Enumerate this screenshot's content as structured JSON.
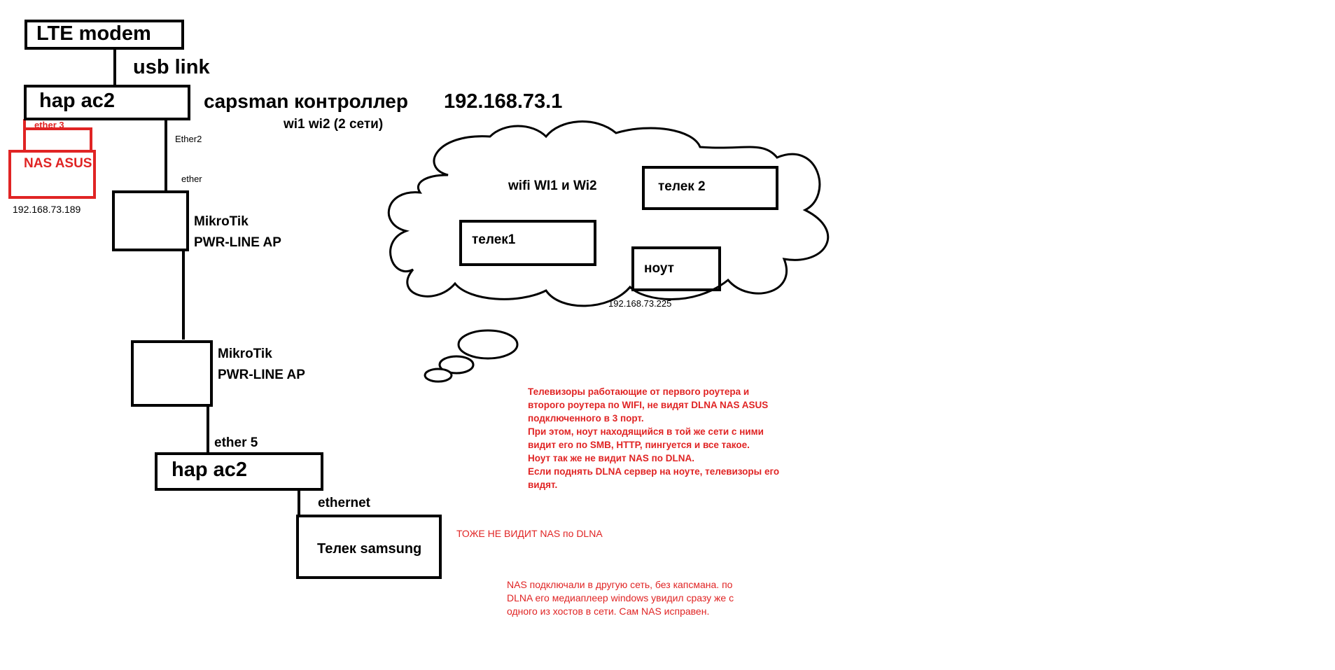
{
  "nodes": {
    "lte_modem": "LTE modem",
    "hap_top": "hap ac2",
    "nas": "NAS ASUS",
    "mikrotik1_line1": "MikroTik",
    "mikrotik1_line2": "PWR-LINE AP",
    "mikrotik2_line1": "MikroTik",
    "mikrotik2_line2": "PWR-LINE AP",
    "hap_bottom": "hap ac2",
    "tv_samsung": "Телек samsung",
    "tv1": "телек1",
    "tv2": "телек 2",
    "laptop": "ноут"
  },
  "links": {
    "usb": "usb link",
    "ether3": "ether 3",
    "ether2": "Ether2",
    "ether": "ether",
    "ether5": "ether 5",
    "ethernet": "ethernet"
  },
  "labels": {
    "capsman": "capsman контроллер",
    "controller_ip": "192.168.73.1",
    "networks": "wi1  wi2 (2 сети)",
    "nas_ip": "192.168.73.189",
    "wifi": "wifi   WI1  и Wi2",
    "laptop_ip": "192.168.73.225"
  },
  "notes": {
    "main": "Телевизоры работающие от первого роутера и\nвторого роутера по WIFI, не видят DLNA NAS ASUS\nподключенного в 3 порт.\nПри этом, ноут находящийся в той же сети с ними\nвидит его по SMB, HTTP, пингуется и все такое.\nНоут так же не видит NAS по DLNA.\nЕсли поднять DLNA сервер на ноуте, телевизоры его\nвидят.",
    "samsung": "ТОЖЕ НЕ ВИДИТ NAS по DLNA",
    "other_network": "NAS подключали в другую сеть, без капсмана. по\nDLNA его медиаплеер windows увидил сразу же с\nодного из хостов в сети. Сам NAS исправен."
  },
  "colors": {
    "line": "#000000",
    "accent": "#e02424"
  }
}
